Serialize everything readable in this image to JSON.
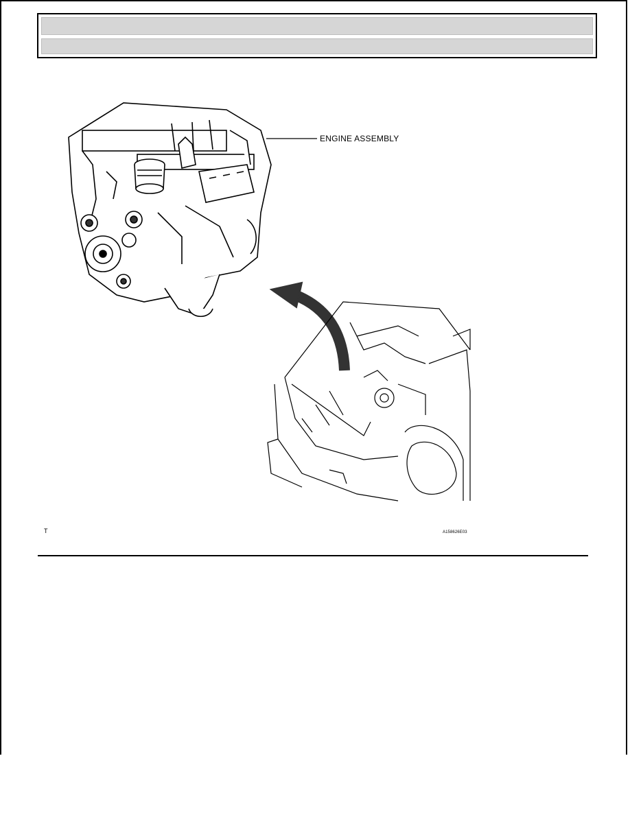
{
  "header": {
    "title": "",
    "subtitle": ""
  },
  "figure": {
    "callout_label": "ENGINE ASSEMBLY",
    "footnote_left": "T",
    "figure_code": "A158626E03"
  },
  "colors": {
    "header_bar": "#d6d6d6",
    "ink": "#000000"
  }
}
